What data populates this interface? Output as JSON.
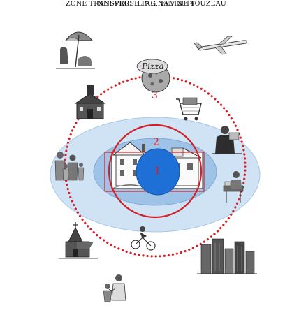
{
  "title": {
    "line1": "ZONE TRANSVERSE PAR NADINE TOUZEAU",
    "line2": "NET-PROFILING, FEV 2014"
  },
  "zones": {
    "zone1": "1",
    "zone2": "2",
    "zone3": "3"
  },
  "pizza_sign": "Pizza",
  "colors": {
    "outer_ellipse": "#cfe3f5",
    "middle_ellipse": "#9fc3e6",
    "center_oval": "#1e6fd6",
    "red": "#d32027"
  },
  "icons": [
    "beach-umbrella-icon",
    "airplane-icon",
    "pizza-icon",
    "school-icon",
    "shopping-cart-icon",
    "office-worker-icon",
    "family-icon",
    "desk-person-icon",
    "church-icon",
    "cyclist-icon",
    "city-buildings-icon",
    "doctor-patient-icon",
    "houses-icon"
  ]
}
